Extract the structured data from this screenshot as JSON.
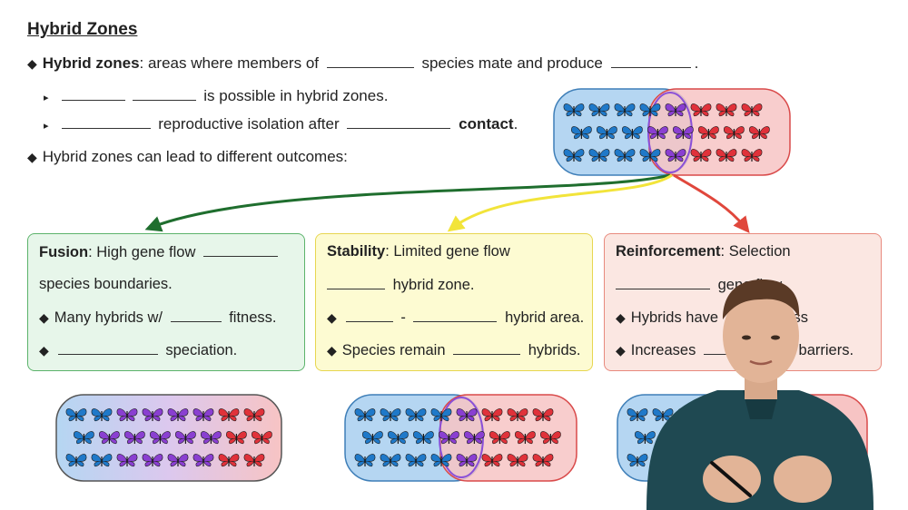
{
  "slide": {
    "title": "Hybrid Zones",
    "bullet1": {
      "bold": "Hybrid zones",
      "text_a": ": areas where members of",
      "text_b": "species mate and produce",
      "end": "."
    },
    "sub1": {
      "text": "is possible in hybrid zones."
    },
    "sub2": {
      "text_a": "reproductive isolation after",
      "bold": "contact",
      "end": "."
    },
    "bullet2": {
      "text": "Hybrid zones can lead to different outcomes:"
    }
  },
  "boxes": {
    "fusion": {
      "title": "Fusion",
      "line1": ": High gene flow",
      "line2": "species boundaries.",
      "line3_a": "Many hybrids w/",
      "line3_b": "fitness.",
      "line4": "speciation."
    },
    "stability": {
      "title": "Stability",
      "line1": ": Limited gene flow",
      "line2": "hybrid zone.",
      "line3_dash": "-",
      "line3_b": "hybrid area.",
      "line4_a": "Species remain",
      "line4_b": "hybrids."
    },
    "reinforcement": {
      "title": "Reinforcement",
      "line1": ": Selection",
      "line2": "gene flow.",
      "line3_a": "Hybrids have",
      "line3_b": "fitness",
      "line4_a": "Increases",
      "line4_b": "barriers."
    }
  },
  "colors": {
    "blue_zone": "#b5d6f2",
    "red_zone": "#f7c4c4",
    "purple_overlap": "#8a4fd8",
    "blue_butterfly": "#1f79c9",
    "red_butterfly": "#e0323a",
    "purple_butterfly": "#8a3fd1",
    "arrow_green": "#1f6e2e",
    "arrow_yellow": "#f2e43a",
    "arrow_red": "#e0473c"
  },
  "icons": [
    "diamond-bullet-icon",
    "triangle-bullet-icon",
    "butterfly-icon",
    "arrow-icon"
  ]
}
